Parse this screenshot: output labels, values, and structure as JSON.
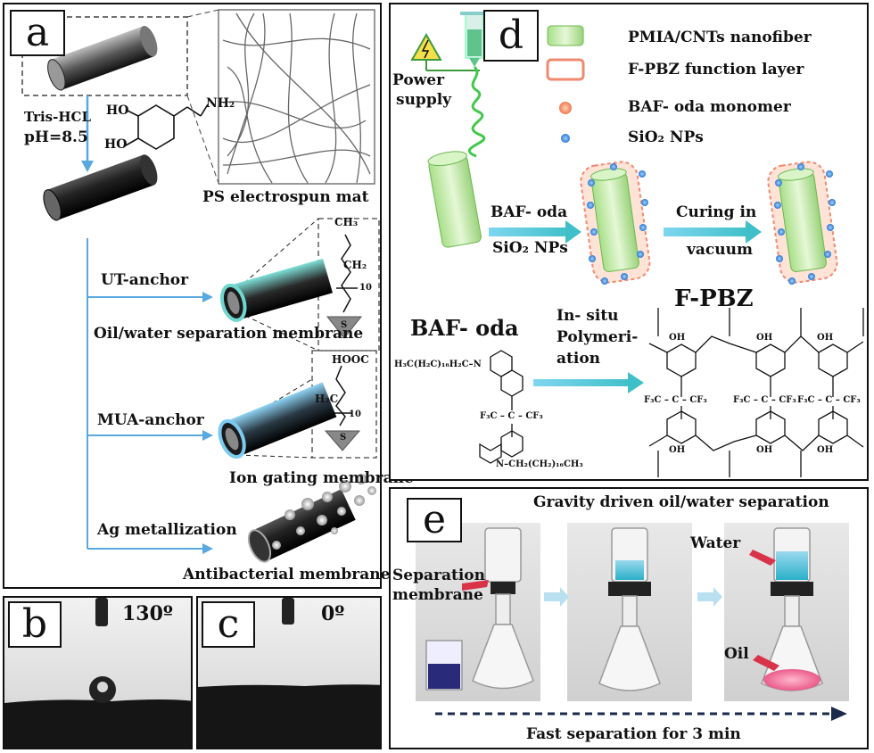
{
  "panel_a": {
    "label": "a",
    "tris": "Tris-HCL",
    "ph": "pH=8.5",
    "ho1": "HO",
    "ho2": "HO",
    "nh2": "NH₂",
    "mat": "PS electrospun mat",
    "ut_anchor": "UT-anchor",
    "oil_water": "Oil/water separation membrane",
    "mua_anchor": "MUA-anchor",
    "ion_gating": "Ion gating membrane",
    "ag": "Ag metallization",
    "antibacterial": "Antibacterial membrane",
    "ch3": "CH₃",
    "ch2": "CH₂",
    "n10": "10",
    "s1": "S",
    "hooc": "HOOC",
    "h2c": "H₂C",
    "n10b": "10",
    "s2": "S"
  },
  "panel_b": {
    "label": "b",
    "angle": "130º"
  },
  "panel_c": {
    "label": "c",
    "angle": "0º"
  },
  "panel_d": {
    "label": "d",
    "power": "Power",
    "supply": "supply",
    "legend": [
      "PMIA/CNTs nanofiber",
      "F-PBZ function layer",
      "BAF- oda  monomer",
      "SiO₂ NPs"
    ],
    "baf_oda_step": "BAF- oda",
    "sio2_step": "SiO₂ NPs",
    "curing": "Curing in",
    "vacuum": "vacuum",
    "baf_title": "BAF- oda",
    "fpbz_title": "F-PBZ",
    "insitu1": "In- situ",
    "insitu2": "Polymeri-",
    "insitu3": "ation",
    "chain_top": "H₃C(H₂C)₁₆H₂C–N",
    "cf3_mono": "F₃C – C – CF₃",
    "chain_bot": "N–CH₂(CH₂)₁₆CH₃",
    "oh": "OH",
    "cf3_poly": "F₃C – C – CF₃"
  },
  "panel_e": {
    "label": "e",
    "title": "Gravity driven oil/water separation",
    "separation": "Separation",
    "membrane": "membrane",
    "water": "Water",
    "oil": "Oil",
    "fast": "Fast separation for 3 min"
  }
}
